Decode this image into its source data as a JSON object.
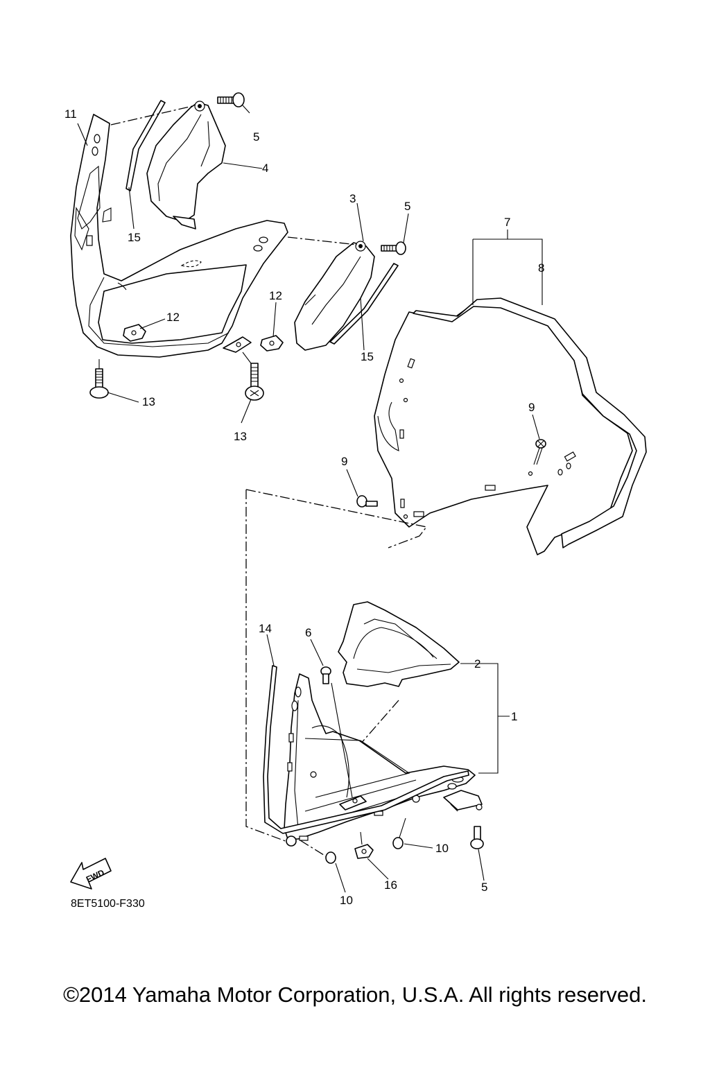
{
  "callouts": [
    "1",
    "2",
    "3",
    "4",
    "5",
    "6",
    "7",
    "8",
    "9",
    "10",
    "11",
    "12",
    "13",
    "14",
    "15",
    "16"
  ],
  "fwd_label": "FWD",
  "diagram_code": "8ET5100-F330",
  "copyright": "©2014 Yamaha Motor Corporation, U.S.A. All rights reserved."
}
